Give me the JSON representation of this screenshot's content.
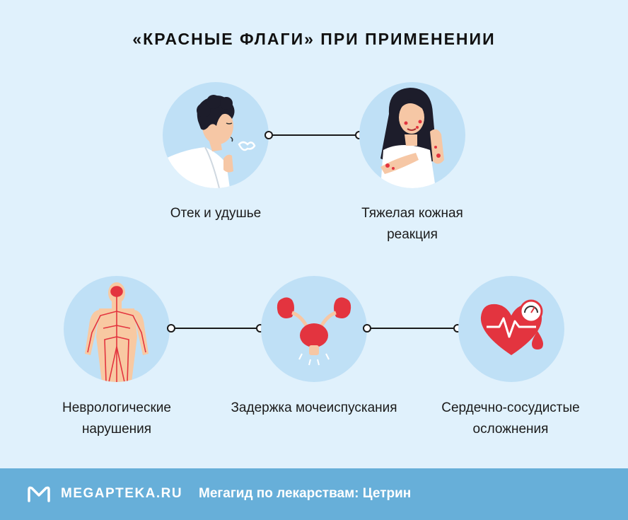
{
  "title": "«КРАСНЫЕ ФЛАГИ» ПРИ ПРИМЕНЕНИИ",
  "items": [
    {
      "label": "Отек и удушье",
      "icon": "choking-person-icon"
    },
    {
      "label": "Тяжелая кожная реакция",
      "icon": "skin-rash-woman-icon"
    },
    {
      "label": "Неврологические нарушения",
      "icon": "nervous-system-icon"
    },
    {
      "label": "Задержка мочеиспускания",
      "icon": "urinary-system-icon"
    },
    {
      "label": "Сердечно-сосудистые осложнения",
      "icon": "heart-blood-pressure-icon"
    }
  ],
  "footer": {
    "brand": "MEGAPTEKA.RU",
    "tagline": "Мегагид по лекарствам: Цетрин",
    "logo_icon": "megapteka-logo-icon"
  },
  "colors": {
    "background": "#e0f1fc",
    "circle": "#bfe0f6",
    "footer": "#67afd9",
    "accent_red": "#e3343f"
  }
}
